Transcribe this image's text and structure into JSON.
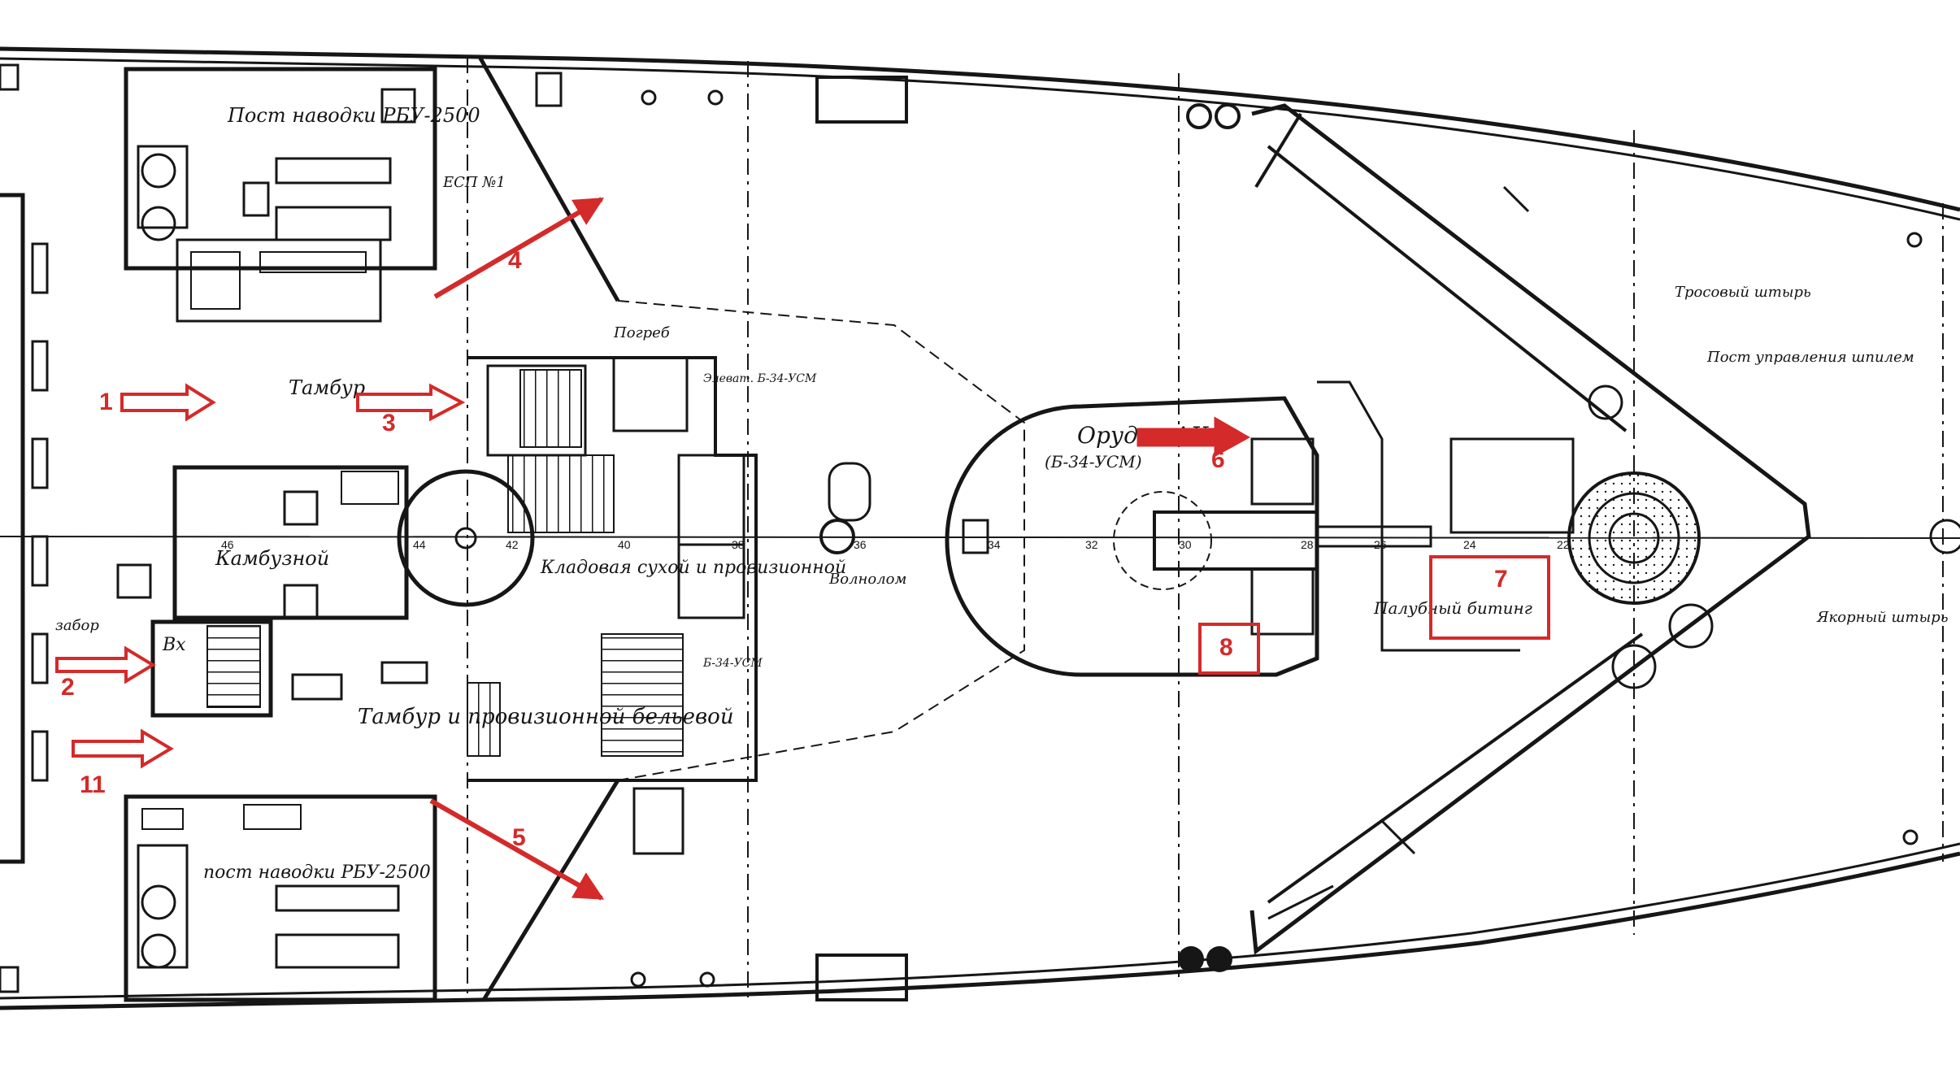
{
  "colors": {
    "ink": "#161616",
    "paper": "#ffffff",
    "marker": "#d42a2a"
  },
  "labels": {
    "post_naval_top": "Пост наводки РБУ-2500",
    "post_naval_bottom": "пост наводки РБУ-2500",
    "tambour_top": "Тамбур",
    "tambour_bottom": "Тамбур и провизионной бельевой",
    "kambuz": "Камбузной",
    "zabor": "забор",
    "vkhod": "Вх",
    "esp": "ЕСП №1",
    "pogreb": "Погреб",
    "kladovaya": "Кладовая сухой и провизионной",
    "gun_turret": "Орудие АК",
    "gun_model": "(Б-34-УСМ)",
    "ammo_top": "Элеват. Б-34-УСМ",
    "ammo_bottom": "Б-34-УСМ",
    "palubnyi": "Волнолом",
    "gun_shield": "Палубный битинг",
    "tross_top": "Тросовый штырь",
    "post_upravleniya": "Пост управления шпилем",
    "yakorny": "Якорный штырь",
    "frame_numbers": [
      "46",
      "44",
      "42",
      "40",
      "38",
      "36",
      "34",
      "32",
      "30",
      "28",
      "26",
      "24",
      "22"
    ]
  },
  "markers": [
    {
      "id": "1",
      "label": "1"
    },
    {
      "id": "2",
      "label": "2"
    },
    {
      "id": "3",
      "label": "3"
    },
    {
      "id": "4",
      "label": "4"
    },
    {
      "id": "5",
      "label": "5"
    },
    {
      "id": "6",
      "label": "6"
    },
    {
      "id": "7",
      "label": "7"
    },
    {
      "id": "8",
      "label": "8"
    },
    {
      "id": "11",
      "label": "11"
    }
  ]
}
